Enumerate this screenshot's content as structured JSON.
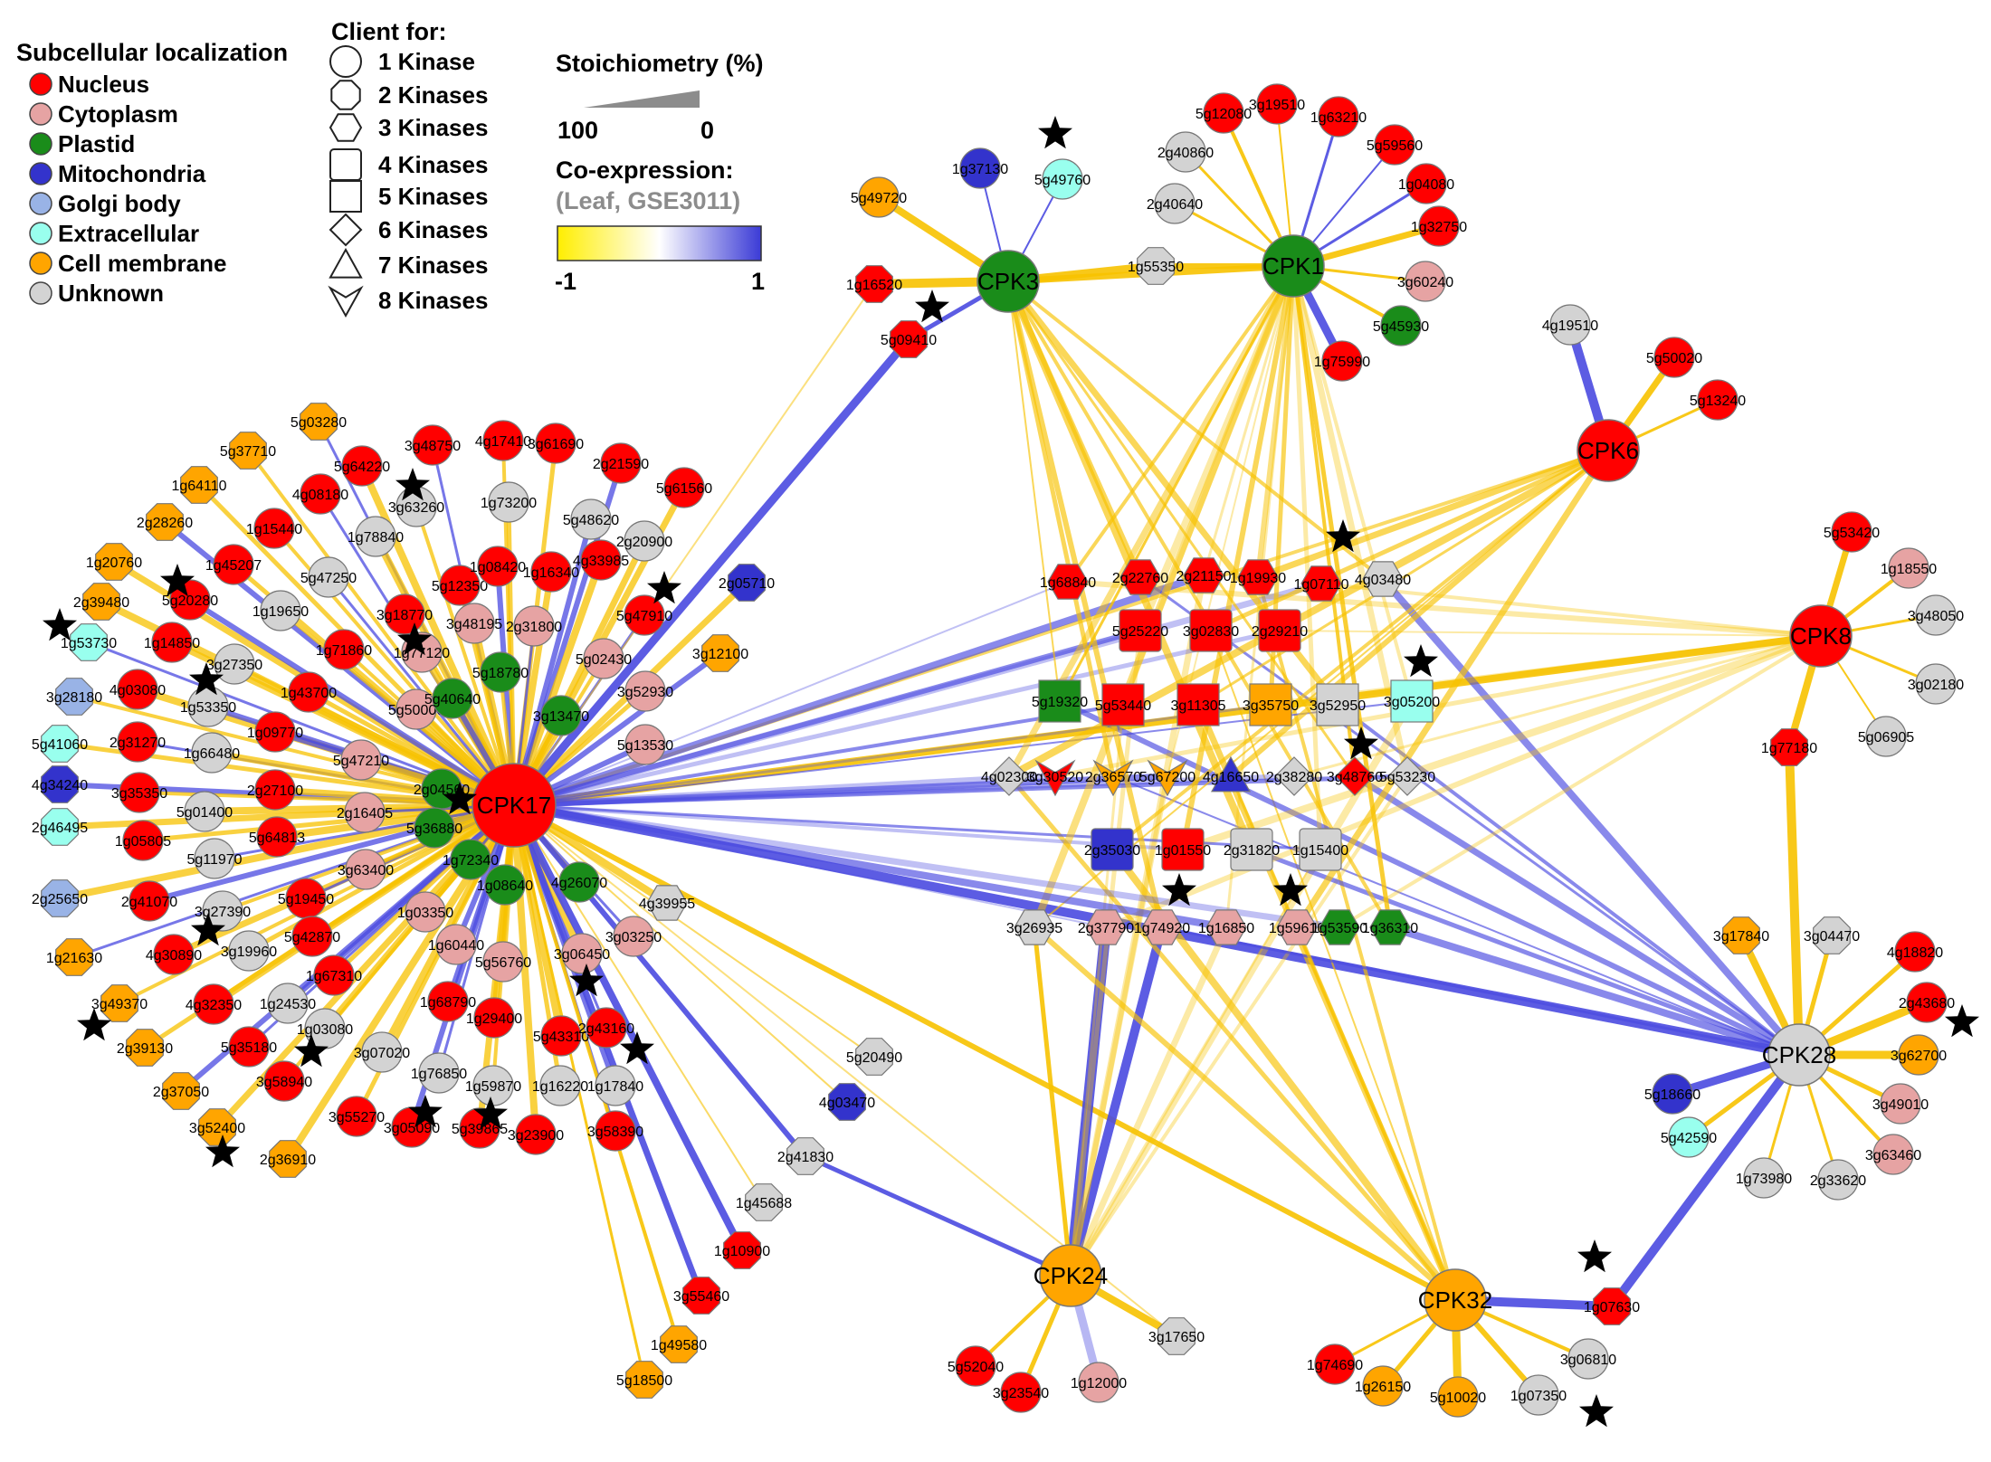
{
  "legend": {
    "subcellular_title": "Subcellular localization",
    "localizations": [
      {
        "key": "nucleus",
        "label": "Nucleus",
        "color": "#ff0000"
      },
      {
        "key": "cytoplasm",
        "label": "Cytoplasm",
        "color": "#e6a3a3"
      },
      {
        "key": "plastid",
        "label": "Plastid",
        "color": "#1a8c1a"
      },
      {
        "key": "mitochondria",
        "label": "Mitochondria",
        "color": "#3333cc"
      },
      {
        "key": "golgi",
        "label": "Golgi body",
        "color": "#99b3e6"
      },
      {
        "key": "extracellular",
        "label": "Extracellular",
        "color": "#99ffee"
      },
      {
        "key": "membrane",
        "label": "Cell membrane",
        "color": "#ffa500"
      },
      {
        "key": "unknown",
        "label": "Unknown",
        "color": "#d3d3d3"
      }
    ],
    "client_title": "Client for:",
    "clients": [
      {
        "shape": "circle",
        "label": "1 Kinase"
      },
      {
        "shape": "octagon",
        "label": "2 Kinases"
      },
      {
        "shape": "hexagon",
        "label": "3 Kinases"
      },
      {
        "shape": "roundrect",
        "label": "4 Kinases"
      },
      {
        "shape": "square",
        "label": "5 Kinases"
      },
      {
        "shape": "diamond",
        "label": "6 Kinases"
      },
      {
        "shape": "triangle",
        "label": "7 Kinases"
      },
      {
        "shape": "vee",
        "label": "8 Kinases"
      }
    ],
    "stoich_title": "Stoichiometry (%)",
    "stoich_left": "100",
    "stoich_right": "0",
    "coexp_title": "Co-expression:",
    "coexp_subtitle": "(Leaf, GSE3011)",
    "coexp_min": "-1",
    "coexp_max": "1",
    "colors": {
      "neg": "#ffee00",
      "mid": "#ffffff",
      "pos": "#3b3bd6",
      "negEdge": "#f7c200",
      "posEdge": "#4a4ae0"
    }
  },
  "hubs": [
    {
      "id": "CPK17",
      "label": "CPK17",
      "loc": "nucleus"
    },
    {
      "id": "CPK3",
      "label": "CPK3",
      "loc": "plastid"
    },
    {
      "id": "CPK1",
      "label": "CPK1",
      "loc": "plastid"
    },
    {
      "id": "CPK6",
      "label": "CPK6",
      "loc": "nucleus"
    },
    {
      "id": "CPK8",
      "label": "CPK8",
      "loc": "nucleus"
    },
    {
      "id": "CPK28",
      "label": "CPK28",
      "loc": "unknown"
    },
    {
      "id": "CPK24",
      "label": "CPK24",
      "loc": "membrane"
    },
    {
      "id": "CPK32",
      "label": "CPK32",
      "loc": "membrane"
    }
  ],
  "clients": [
    {
      "label": "5g03280",
      "loc": "membrane",
      "shape": "octagon"
    },
    {
      "label": "5g37710",
      "loc": "membrane",
      "shape": "octagon"
    },
    {
      "label": "1g64110",
      "loc": "membrane",
      "shape": "octagon"
    },
    {
      "label": "2g28260",
      "loc": "membrane",
      "shape": "octagon"
    },
    {
      "label": "1g20760",
      "loc": "membrane",
      "shape": "octagon"
    },
    {
      "label": "2g39480",
      "loc": "membrane",
      "shape": "octagon"
    },
    {
      "label": "1g53730",
      "loc": "extracellular",
      "shape": "octagon"
    },
    {
      "label": "3g28180",
      "loc": "golgi",
      "shape": "octagon"
    },
    {
      "label": "5g41060",
      "loc": "extracellular",
      "shape": "octagon"
    },
    {
      "label": "4g34240",
      "loc": "mitochondria",
      "shape": "octagon"
    },
    {
      "label": "2g46495",
      "loc": "extracellular",
      "shape": "octagon"
    },
    {
      "label": "2g25650",
      "loc": "golgi",
      "shape": "octagon"
    },
    {
      "label": "1g21630",
      "loc": "membrane",
      "shape": "octagon"
    },
    {
      "label": "3g49370",
      "loc": "membrane",
      "shape": "octagon"
    },
    {
      "label": "2g39130",
      "loc": "membrane",
      "shape": "octagon"
    },
    {
      "label": "2g37050",
      "loc": "membrane",
      "shape": "octagon"
    },
    {
      "label": "3g52400",
      "loc": "membrane",
      "shape": "octagon"
    },
    {
      "label": "2g36910",
      "loc": "membrane",
      "shape": "octagon"
    },
    {
      "label": "3g48750",
      "loc": "nucleus",
      "shape": "circle"
    },
    {
      "label": "4g17410",
      "loc": "nucleus",
      "shape": "circle"
    },
    {
      "label": "3g61690",
      "loc": "nucleus",
      "shape": "circle"
    },
    {
      "label": "2g21590",
      "loc": "nucleus",
      "shape": "circle"
    },
    {
      "label": "5g61560",
      "loc": "nucleus",
      "shape": "circle"
    },
    {
      "label": "5g64220",
      "loc": "nucleus",
      "shape": "circle"
    },
    {
      "label": "4g08180",
      "loc": "nucleus",
      "shape": "circle"
    },
    {
      "label": "1g15440",
      "loc": "nucleus",
      "shape": "circle"
    },
    {
      "label": "1g45207",
      "loc": "nucleus",
      "shape": "circle"
    },
    {
      "label": "5g20280",
      "loc": "nucleus",
      "shape": "circle"
    },
    {
      "label": "1g14850",
      "loc": "nucleus",
      "shape": "circle"
    },
    {
      "label": "4g03080",
      "loc": "nucleus",
      "shape": "circle"
    },
    {
      "label": "2g31270",
      "loc": "nucleus",
      "shape": "circle"
    },
    {
      "label": "3g35350",
      "loc": "nucleus",
      "shape": "circle"
    },
    {
      "label": "1g05805",
      "loc": "nucleus",
      "shape": "circle"
    },
    {
      "label": "2g41070",
      "loc": "nucleus",
      "shape": "circle"
    },
    {
      "label": "4g30890",
      "loc": "nucleus",
      "shape": "circle"
    },
    {
      "label": "4g32350",
      "loc": "nucleus",
      "shape": "circle"
    },
    {
      "label": "5g35180",
      "loc": "nucleus",
      "shape": "circle"
    },
    {
      "label": "3g58940",
      "loc": "nucleus",
      "shape": "circle"
    },
    {
      "label": "3g55270",
      "loc": "nucleus",
      "shape": "circle"
    },
    {
      "label": "3g05090",
      "loc": "nucleus",
      "shape": "circle"
    },
    {
      "label": "5g39865",
      "loc": "nucleus",
      "shape": "circle"
    },
    {
      "label": "3g23900",
      "loc": "nucleus",
      "shape": "circle"
    },
    {
      "label": "3g58390",
      "loc": "nucleus",
      "shape": "circle"
    },
    {
      "label": "1g71860",
      "loc": "nucleus",
      "shape": "circle"
    },
    {
      "label": "1g43700",
      "loc": "nucleus",
      "shape": "circle"
    },
    {
      "label": "1g09770",
      "loc": "nucleus",
      "shape": "circle"
    },
    {
      "label": "2g27100",
      "loc": "nucleus",
      "shape": "circle"
    },
    {
      "label": "5g64813",
      "loc": "nucleus",
      "shape": "circle"
    },
    {
      "label": "5g19450",
      "loc": "nucleus",
      "shape": "circle"
    },
    {
      "label": "5g42870",
      "loc": "nucleus",
      "shape": "circle"
    },
    {
      "label": "1g67310",
      "loc": "nucleus",
      "shape": "circle"
    },
    {
      "label": "1g68790",
      "loc": "nucleus",
      "shape": "circle"
    },
    {
      "label": "1g29400",
      "loc": "nucleus",
      "shape": "circle"
    },
    {
      "label": "5g43310",
      "loc": "nucleus",
      "shape": "circle"
    },
    {
      "label": "2g43160",
      "loc": "nucleus",
      "shape": "circle"
    },
    {
      "label": "3g18770",
      "loc": "nucleus",
      "shape": "circle"
    },
    {
      "label": "5g12350",
      "loc": "nucleus",
      "shape": "circle"
    },
    {
      "label": "1g08420",
      "loc": "nucleus",
      "shape": "circle"
    },
    {
      "label": "1g16340",
      "loc": "nucleus",
      "shape": "circle"
    },
    {
      "label": "4g33985",
      "loc": "nucleus",
      "shape": "circle"
    },
    {
      "label": "5g47910",
      "loc": "nucleus",
      "shape": "circle"
    },
    {
      "label": "3g63260",
      "loc": "unknown",
      "shape": "circle"
    },
    {
      "label": "1g73200",
      "loc": "unknown",
      "shape": "circle"
    },
    {
      "label": "5g48620",
      "loc": "unknown",
      "shape": "circle"
    },
    {
      "label": "2g20900",
      "loc": "unknown",
      "shape": "circle"
    },
    {
      "label": "1g78840",
      "loc": "unknown",
      "shape": "circle"
    },
    {
      "label": "5g47250",
      "loc": "unknown",
      "shape": "circle"
    },
    {
      "label": "1g19650",
      "loc": "unknown",
      "shape": "circle"
    },
    {
      "label": "3g27350",
      "loc": "unknown",
      "shape": "circle"
    },
    {
      "label": "1g53350",
      "loc": "unknown",
      "shape": "circle"
    },
    {
      "label": "1g66480",
      "loc": "unknown",
      "shape": "circle"
    },
    {
      "label": "5g01400",
      "loc": "unknown",
      "shape": "circle"
    },
    {
      "label": "5g11970",
      "loc": "unknown",
      "shape": "circle"
    },
    {
      "label": "3g27390",
      "loc": "unknown",
      "shape": "circle"
    },
    {
      "label": "3g19960",
      "loc": "unknown",
      "shape": "circle"
    },
    {
      "label": "1g24530",
      "loc": "unknown",
      "shape": "circle"
    },
    {
      "label": "1g03080",
      "loc": "unknown",
      "shape": "circle"
    },
    {
      "label": "3g07020",
      "loc": "unknown",
      "shape": "circle"
    },
    {
      "label": "1g76850",
      "loc": "unknown",
      "shape": "circle"
    },
    {
      "label": "1g59870",
      "loc": "unknown",
      "shape": "circle"
    },
    {
      "label": "1g16220",
      "loc": "unknown",
      "shape": "circle"
    },
    {
      "label": "1g17840",
      "loc": "unknown",
      "shape": "circle"
    },
    {
      "label": "1g77120",
      "loc": "cytoplasm",
      "shape": "circle"
    },
    {
      "label": "3g48195",
      "loc": "cytoplasm",
      "shape": "circle"
    },
    {
      "label": "2g31800",
      "loc": "cytoplasm",
      "shape": "circle"
    },
    {
      "label": "5g02430",
      "loc": "cytoplasm",
      "shape": "circle"
    },
    {
      "label": "3g52930",
      "loc": "cytoplasm",
      "shape": "circle"
    },
    {
      "label": "5g13530",
      "loc": "cytoplasm",
      "shape": "circle"
    },
    {
      "label": "5g50000",
      "loc": "cytoplasm",
      "shape": "circle"
    },
    {
      "label": "5g47210",
      "loc": "cytoplasm",
      "shape": "circle"
    },
    {
      "label": "2g16405",
      "loc": "cytoplasm",
      "shape": "circle"
    },
    {
      "label": "3g63400",
      "loc": "cytoplasm",
      "shape": "circle"
    },
    {
      "label": "1g03350",
      "loc": "cytoplasm",
      "shape": "circle"
    },
    {
      "label": "1g60440",
      "loc": "cytoplasm",
      "shape": "circle"
    },
    {
      "label": "5g56760",
      "loc": "cytoplasm",
      "shape": "circle"
    },
    {
      "label": "3g06450",
      "loc": "cytoplasm",
      "shape": "circle"
    },
    {
      "label": "3g03250",
      "loc": "cytoplasm",
      "shape": "circle"
    },
    {
      "label": "5g18780",
      "loc": "plastid",
      "shape": "circle"
    },
    {
      "label": "3g13470",
      "loc": "plastid",
      "shape": "circle"
    },
    {
      "label": "5g40640",
      "loc": "plastid",
      "shape": "circle"
    },
    {
      "label": "2g04560",
      "loc": "plastid",
      "shape": "circle"
    },
    {
      "label": "5g36880",
      "loc": "plastid",
      "shape": "circle"
    },
    {
      "label": "1g72340",
      "loc": "plastid",
      "shape": "circle"
    },
    {
      "label": "1g08640",
      "loc": "plastid",
      "shape": "circle"
    },
    {
      "label": "4g26070",
      "loc": "plastid",
      "shape": "circle"
    },
    {
      "label": "3g12100",
      "loc": "membrane",
      "shape": "octagon"
    },
    {
      "label": "2g05710",
      "loc": "mitochondria",
      "shape": "octagon"
    },
    {
      "label": "4g39955",
      "loc": "unknown",
      "shape": "hexagon"
    },
    {
      "label": "1g37130",
      "loc": "mitochondria",
      "shape": "circle"
    },
    {
      "label": "5g49760",
      "loc": "extracellular",
      "shape": "circle"
    },
    {
      "label": "5g49720",
      "loc": "membrane",
      "shape": "circle"
    },
    {
      "label": "1g16520",
      "loc": "nucleus",
      "shape": "octagon"
    },
    {
      "label": "5g09410",
      "loc": "nucleus",
      "shape": "octagon"
    },
    {
      "label": "2g40860",
      "loc": "unknown",
      "shape": "circle"
    },
    {
      "label": "5g12080",
      "loc": "nucleus",
      "shape": "circle"
    },
    {
      "label": "3g19510",
      "loc": "nucleus",
      "shape": "circle"
    },
    {
      "label": "1g63210",
      "loc": "nucleus",
      "shape": "circle"
    },
    {
      "label": "5g59560",
      "loc": "nucleus",
      "shape": "circle"
    },
    {
      "label": "1g04080",
      "loc": "nucleus",
      "shape": "circle"
    },
    {
      "label": "1g32750",
      "loc": "nucleus",
      "shape": "circle"
    },
    {
      "label": "3g60240",
      "loc": "cytoplasm",
      "shape": "circle"
    },
    {
      "label": "5g45930",
      "loc": "plastid",
      "shape": "circle"
    },
    {
      "label": "1g75990",
      "loc": "nucleus",
      "shape": "circle"
    },
    {
      "label": "2g40640",
      "loc": "unknown",
      "shape": "circle"
    },
    {
      "label": "1g55350",
      "loc": "unknown",
      "shape": "octagon"
    },
    {
      "label": "4g19510",
      "loc": "unknown",
      "shape": "circle"
    },
    {
      "label": "5g50020",
      "loc": "nucleus",
      "shape": "circle"
    },
    {
      "label": "5g13240",
      "loc": "nucleus",
      "shape": "circle"
    },
    {
      "label": "5g53420",
      "loc": "nucleus",
      "shape": "circle"
    },
    {
      "label": "1g18550",
      "loc": "cytoplasm",
      "shape": "circle"
    },
    {
      "label": "3g48050",
      "loc": "unknown",
      "shape": "circle"
    },
    {
      "label": "3g02180",
      "loc": "unknown",
      "shape": "circle"
    },
    {
      "label": "5g06905",
      "loc": "unknown",
      "shape": "circle"
    },
    {
      "label": "1g77180",
      "loc": "nucleus",
      "shape": "octagon"
    },
    {
      "label": "3g17840",
      "loc": "membrane",
      "shape": "octagon"
    },
    {
      "label": "3g04470",
      "loc": "unknown",
      "shape": "octagon"
    },
    {
      "label": "4g18820",
      "loc": "nucleus",
      "shape": "circle"
    },
    {
      "label": "2g43680",
      "loc": "nucleus",
      "shape": "circle"
    },
    {
      "label": "3g62700",
      "loc": "membrane",
      "shape": "circle"
    },
    {
      "label": "3g49010",
      "loc": "cytoplasm",
      "shape": "circle"
    },
    {
      "label": "3g63460",
      "loc": "cytoplasm",
      "shape": "circle"
    },
    {
      "label": "2g33620",
      "loc": "unknown",
      "shape": "circle"
    },
    {
      "label": "1g73980",
      "loc": "unknown",
      "shape": "circle"
    },
    {
      "label": "5g18660",
      "loc": "mitochondria",
      "shape": "circle"
    },
    {
      "label": "5g42590",
      "loc": "extracellular",
      "shape": "circle"
    },
    {
      "label": "1g07630",
      "loc": "nucleus",
      "shape": "octagon"
    },
    {
      "label": "3g06810",
      "loc": "unknown",
      "shape": "circle"
    },
    {
      "label": "1g07350",
      "loc": "unknown",
      "shape": "circle"
    },
    {
      "label": "5g10020",
      "loc": "membrane",
      "shape": "circle"
    },
    {
      "label": "1g26150",
      "loc": "membrane",
      "shape": "circle"
    },
    {
      "label": "1g74690",
      "loc": "nucleus",
      "shape": "circle"
    },
    {
      "label": "3g17650",
      "loc": "unknown",
      "shape": "octagon"
    },
    {
      "label": "1g12000",
      "loc": "cytoplasm",
      "shape": "circle"
    },
    {
      "label": "3g23540",
      "loc": "nucleus",
      "shape": "circle"
    },
    {
      "label": "5g52040",
      "loc": "nucleus",
      "shape": "circle"
    },
    {
      "label": "5g20490",
      "loc": "unknown",
      "shape": "octagon"
    },
    {
      "label": "4g03470",
      "loc": "mitochondria",
      "shape": "octagon"
    },
    {
      "label": "2g41830",
      "loc": "unknown",
      "shape": "octagon"
    },
    {
      "label": "1g45688",
      "loc": "unknown",
      "shape": "octagon"
    },
    {
      "label": "1g10900",
      "loc": "nucleus",
      "shape": "octagon"
    },
    {
      "label": "3g55460",
      "loc": "nucleus",
      "shape": "octagon"
    },
    {
      "label": "1g49580",
      "loc": "membrane",
      "shape": "octagon"
    },
    {
      "label": "5g18500",
      "loc": "membrane",
      "shape": "octagon"
    },
    {
      "label": "1g68840",
      "loc": "nucleus",
      "shape": "hexagon"
    },
    {
      "label": "2g22760",
      "loc": "nucleus",
      "shape": "hexagon"
    },
    {
      "label": "2g21150",
      "loc": "nucleus",
      "shape": "hexagon"
    },
    {
      "label": "1g19930",
      "loc": "nucleus",
      "shape": "hexagon"
    },
    {
      "label": "1g07110",
      "loc": "nucleus",
      "shape": "hexagon"
    },
    {
      "label": "4g03480",
      "loc": "unknown",
      "shape": "hexagon"
    },
    {
      "label": "5g25220",
      "loc": "nucleus",
      "shape": "roundrect"
    },
    {
      "label": "3g02830",
      "loc": "nucleus",
      "shape": "roundrect"
    },
    {
      "label": "2g29210",
      "loc": "nucleus",
      "shape": "roundrect"
    },
    {
      "label": "5g19320",
      "loc": "plastid",
      "shape": "square"
    },
    {
      "label": "5g53440",
      "loc": "nucleus",
      "shape": "square"
    },
    {
      "label": "3g11305",
      "loc": "nucleus",
      "shape": "square"
    },
    {
      "label": "3g35750",
      "loc": "membrane",
      "shape": "square"
    },
    {
      "label": "3g52950",
      "loc": "unknown",
      "shape": "square"
    },
    {
      "label": "3g05200",
      "loc": "extracellular",
      "shape": "square"
    },
    {
      "label": "4g02300",
      "loc": "unknown",
      "shape": "diamond"
    },
    {
      "label": "3g30520",
      "loc": "nucleus",
      "shape": "vee"
    },
    {
      "label": "2g36570",
      "loc": "membrane",
      "shape": "vee"
    },
    {
      "label": "5g67200",
      "loc": "membrane",
      "shape": "vee"
    },
    {
      "label": "4g16650",
      "loc": "mitochondria",
      "shape": "triangle"
    },
    {
      "label": "2g38280",
      "loc": "unknown",
      "shape": "diamond"
    },
    {
      "label": "3g48760",
      "loc": "nucleus",
      "shape": "diamond"
    },
    {
      "label": "5g53230",
      "loc": "unknown",
      "shape": "diamond"
    },
    {
      "label": "2g35030",
      "loc": "mitochondria",
      "shape": "roundrect"
    },
    {
      "label": "1g01550",
      "loc": "nucleus",
      "shape": "roundrect"
    },
    {
      "label": "2g31820",
      "loc": "unknown",
      "shape": "roundrect"
    },
    {
      "label": "1g15400",
      "loc": "unknown",
      "shape": "roundrect"
    },
    {
      "label": "3g26935",
      "loc": "unknown",
      "shape": "hexagon"
    },
    {
      "label": "2g37790",
      "loc": "cytoplasm",
      "shape": "hexagon"
    },
    {
      "label": "1g74920",
      "loc": "cytoplasm",
      "shape": "hexagon"
    },
    {
      "label": "1g16850",
      "loc": "cytoplasm",
      "shape": "hexagon"
    },
    {
      "label": "1g59610",
      "loc": "cytoplasm",
      "shape": "hexagon"
    },
    {
      "label": "1g53590",
      "loc": "plastid",
      "shape": "hexagon"
    },
    {
      "label": "1g36310",
      "loc": "plastid",
      "shape": "hexagon"
    }
  ]
}
